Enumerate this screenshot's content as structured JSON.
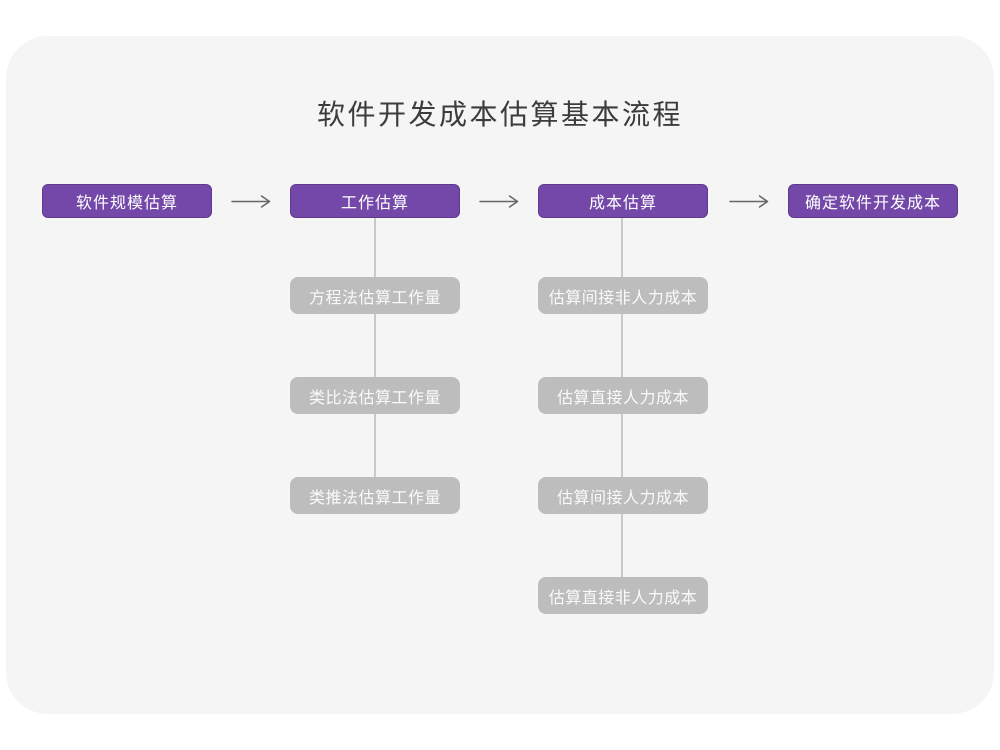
{
  "page": {
    "title": "软件开发成本估算基本流程"
  },
  "colors": {
    "purple": "#7448a8",
    "purple_border": "#60398f",
    "gray_box": "#bdbdbd",
    "box_text": "#fafafa",
    "line": "#c9c9c9",
    "arrow": "#666666",
    "card_bg": "#f5f5f6",
    "title_color": "#3c3c3c"
  },
  "flow": {
    "main_nodes": [
      {
        "label": "软件规模估算"
      },
      {
        "label": "工作估算"
      },
      {
        "label": "成本估算"
      },
      {
        "label": "确定软件开发成本"
      }
    ],
    "work_sub_nodes": [
      {
        "label": "方程法估算工作量"
      },
      {
        "label": "类比法估算工作量"
      },
      {
        "label": "类推法估算工作量"
      }
    ],
    "cost_sub_nodes": [
      {
        "label": "估算间接非人力成本"
      },
      {
        "label": "估算直接人力成本"
      },
      {
        "label": "估算间接人力成本"
      },
      {
        "label": "估算直接非人力成本"
      }
    ]
  }
}
